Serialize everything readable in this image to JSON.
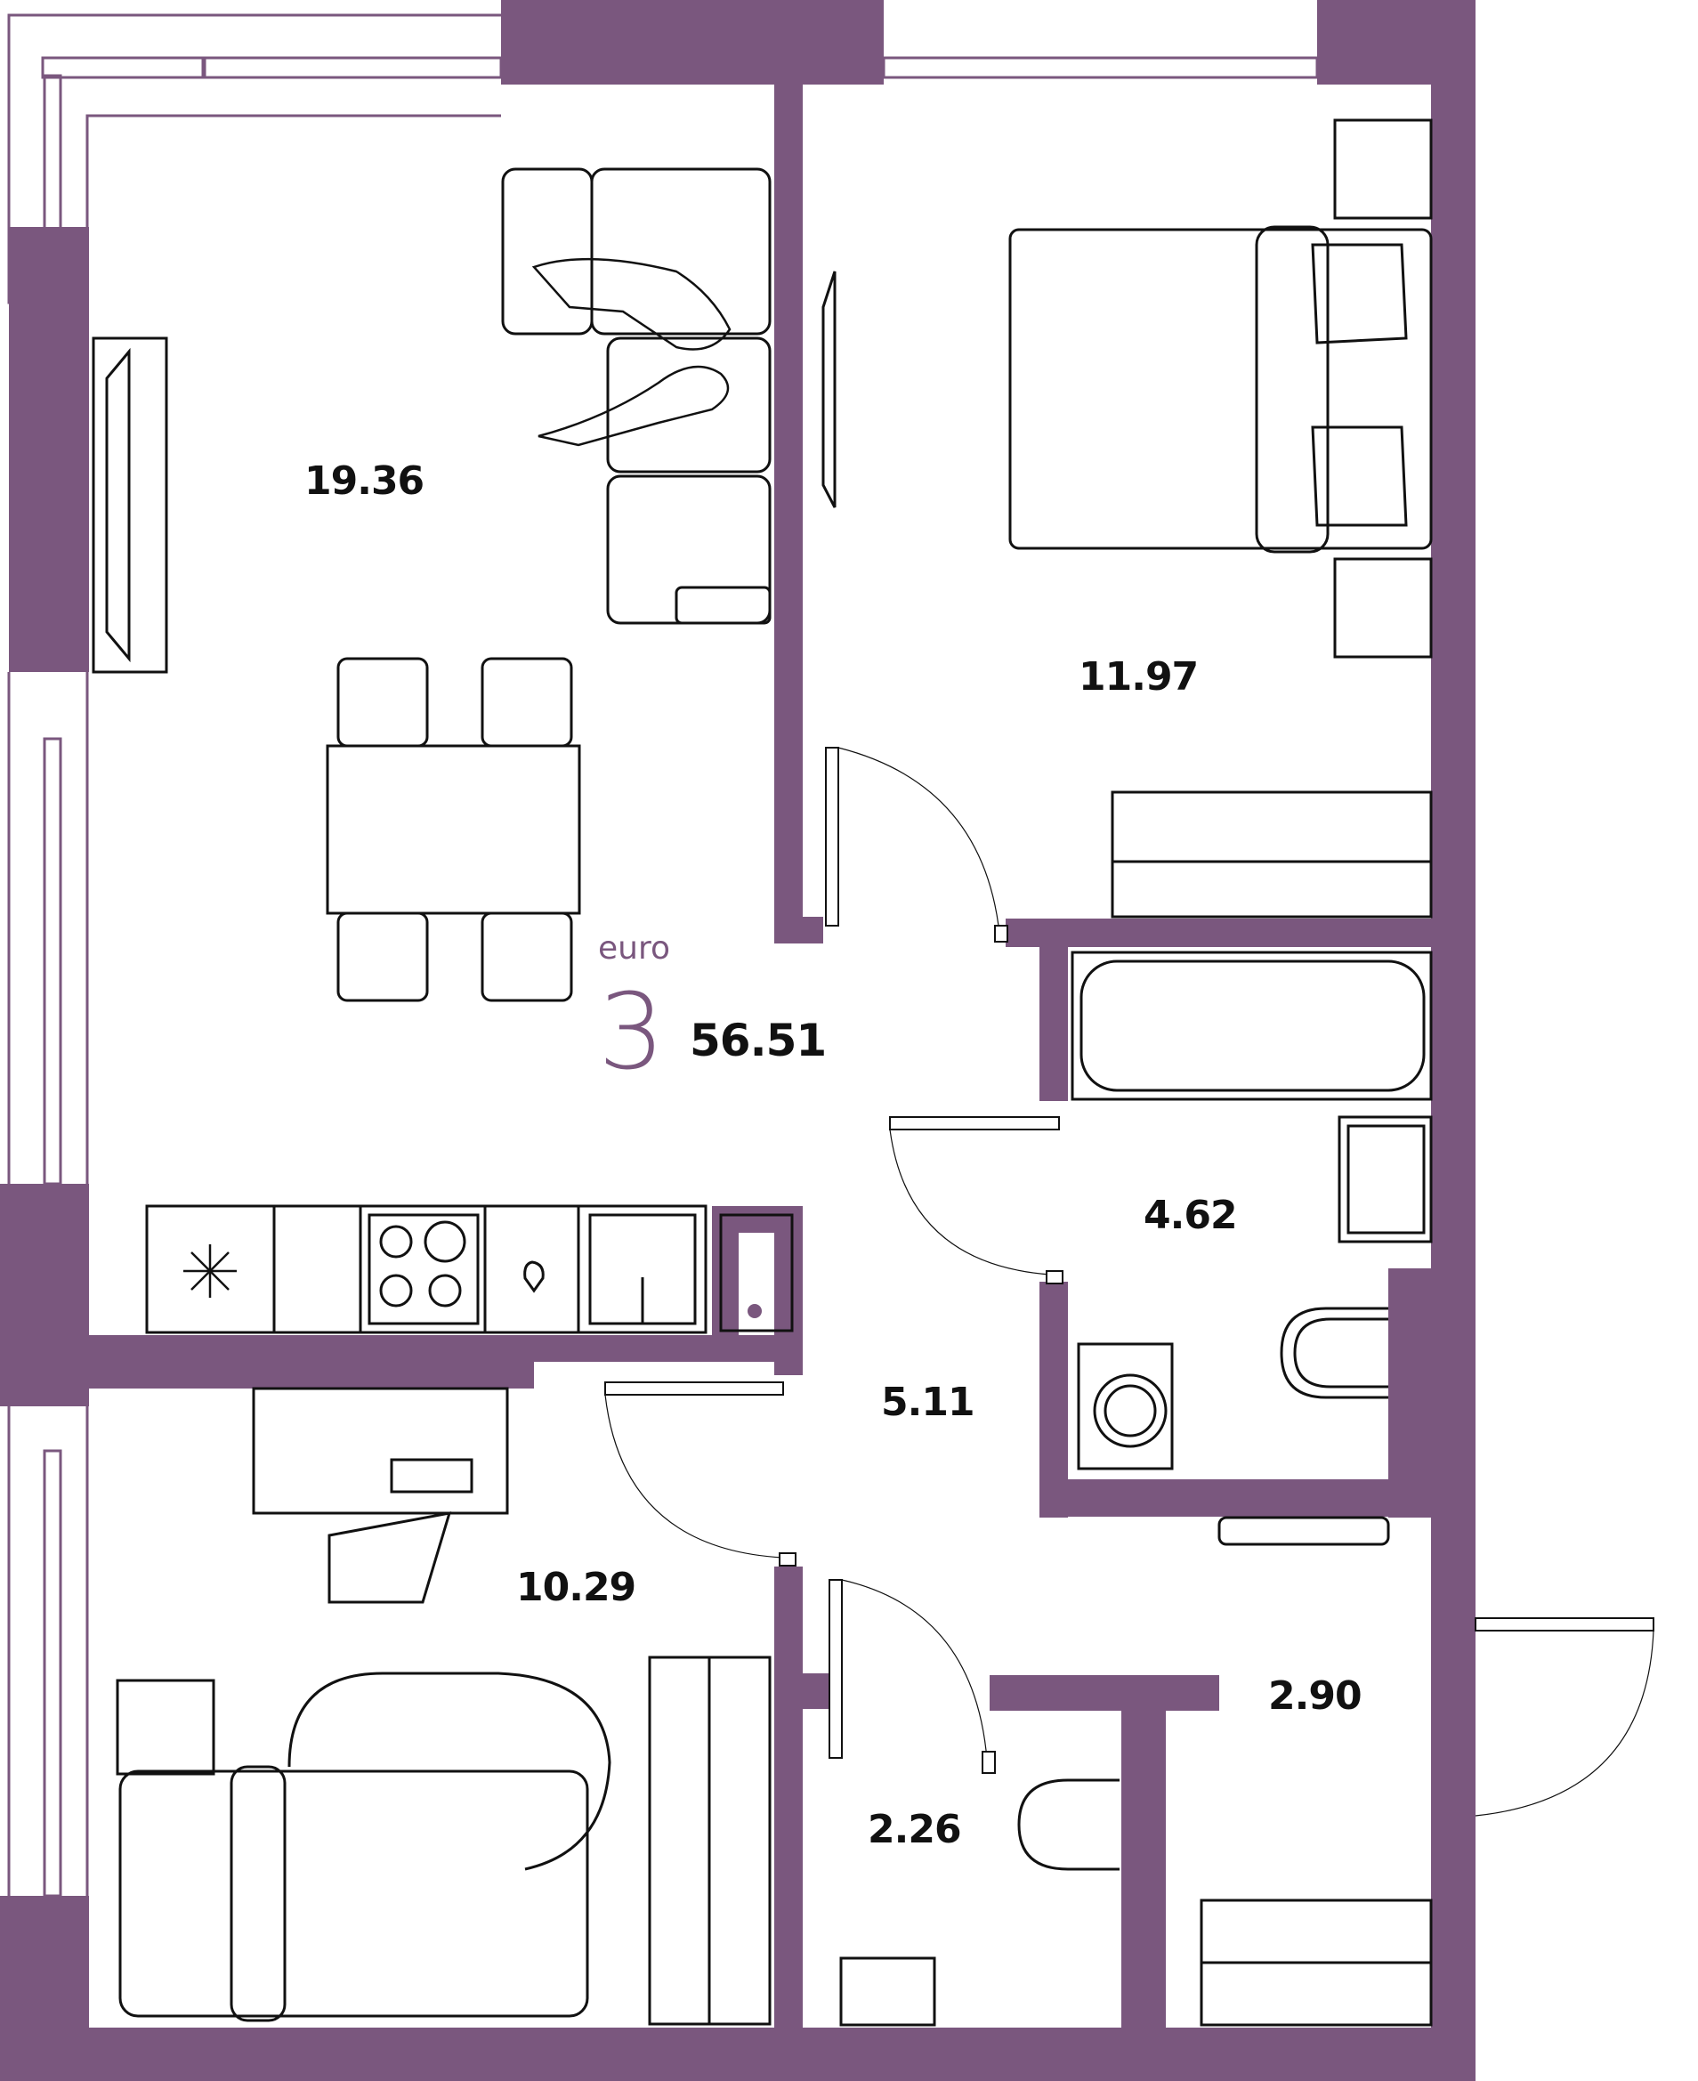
{
  "plan": {
    "type_label": "euro",
    "rooms_count": "3",
    "total_area": "56.51",
    "colors": {
      "wall": "#7a577e",
      "furniture_stroke": "#111111",
      "accent_text": "#7a577e",
      "background": "#ffffff"
    },
    "rooms": [
      {
        "id": "living-kitchen",
        "area": "19.36"
      },
      {
        "id": "bedroom-1",
        "area": "11.97"
      },
      {
        "id": "bathroom",
        "area": "4.62"
      },
      {
        "id": "hallway",
        "area": "5.11"
      },
      {
        "id": "bedroom-2",
        "area": "10.29"
      },
      {
        "id": "entrance-hall",
        "area": "2.90"
      },
      {
        "id": "toilet",
        "area": "2.26"
      }
    ]
  }
}
